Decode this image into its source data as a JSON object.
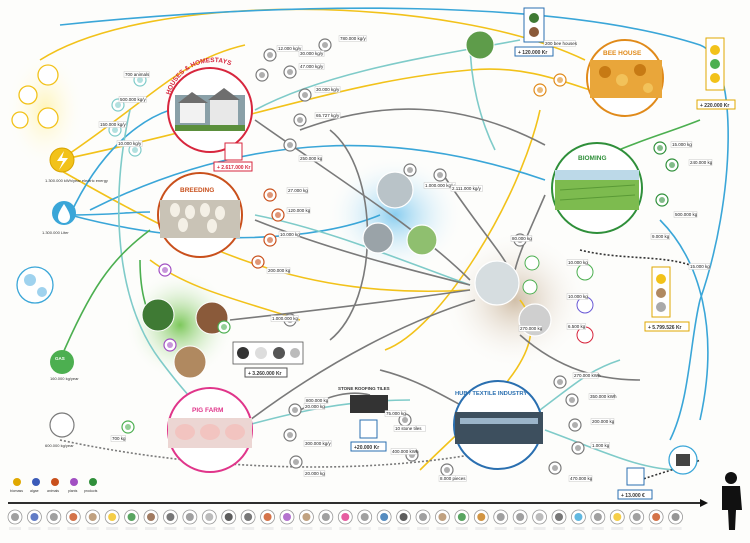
{
  "hubs": {
    "houses": {
      "title": "HOUSES & HOMESTAYS",
      "value": "+ 2.617.000 Kr",
      "color": "#d7263d"
    },
    "breeding": {
      "title": "BREEDING",
      "color": "#c9501c"
    },
    "pig_farm": {
      "title": "PIG FARM",
      "color": "#e0358a"
    },
    "bee_house": {
      "title": "BEE HOUSE",
      "value": "+ 220.000 Kr",
      "color": "#e08a1a"
    },
    "bioming": {
      "title": "BIOMING",
      "value": "+ 5.799.526 Kr",
      "color": "#2f8f3a"
    },
    "hub_textile": {
      "title": "HUB / TEXTILE INDUSTRY",
      "color": "#2a6fb0"
    },
    "stone_tiles": {
      "title": "STONE ROOFING TILES",
      "value": "+20.000 Kr"
    }
  },
  "node_values": {
    "bee_top": "+ 120.000 Kr",
    "mushroom": "+ 3.260.000 Kr",
    "final": "+ 13.000 €",
    "solar": "1.300.000 kWh/year electric energy",
    "water": "1.300.000 Liter",
    "gas": "160.000 kg/year",
    "organic_waste": "600.000 kg/year"
  },
  "small_values": [
    "700 animals",
    "500.000 kg/y",
    "150.000 kg/y",
    "10.000 kg/y",
    "12.000 kg/y",
    "47.000 kg/y",
    "30.000 kg/y",
    "65.727 kg/y",
    "250.000 kg",
    "780.000 kg/y",
    "30.000 kg/y",
    "27.000 kg",
    "120.000 kg",
    "10.000 kg",
    "200.000 kg",
    "1.000.000 kg/y",
    "2.111.000 kg/y",
    "200 bee houses",
    "15.000 kg",
    "240.000 kg",
    "500.000 kg",
    "1.000.000 kg",
    "800.000 kg",
    "300.000 kg/y",
    "20.000 kg",
    "75.000 kg",
    "400.000 kWh",
    "270.000 kWh",
    "350.000 kWh",
    "200.000 kg",
    "1.000 kg",
    "470.000 kg",
    "8.000 pieces",
    "700 kg",
    "80.000 kg",
    "270.000 kg",
    "10.000 kg",
    "10.000 kg",
    "6.500 kg",
    "9.000 kg",
    "15.000 kg",
    "20.000 kg",
    "10 stone tiles"
  ],
  "legend": [
    "biomass",
    "algae",
    "animals",
    "plants",
    "products"
  ],
  "colors": {
    "yellow": "#f2c21a",
    "blue": "#3aa6d8",
    "teal": "#7fcbc9",
    "gray": "#7a7a7a",
    "green": "#4caf50",
    "red": "#d7263d"
  }
}
